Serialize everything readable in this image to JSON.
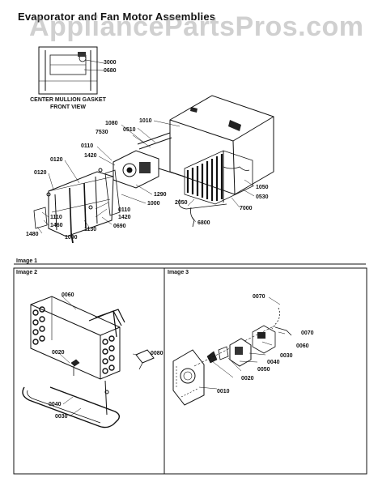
{
  "header": {
    "title": "Evaporator and Fan Motor Assemblies",
    "watermark": "AppliancePartsPros.com"
  },
  "inset": {
    "caption_line1": "CENTER MULLION GASKET",
    "caption_line2": "FRONT VIEW",
    "parts": [
      "3000",
      "0680"
    ]
  },
  "image1": {
    "label": "Image 1",
    "parts": {
      "p1010": "1010",
      "p1080": "1080",
      "p0510": "0510",
      "p7530": "7530",
      "p0110a": "0110",
      "p1420a": "1420",
      "p0120a": "0120",
      "p0120b": "0120",
      "p1290": "1290",
      "p1000": "1000",
      "p0110b": "0110",
      "p1420b": "1420",
      "p0690": "0690",
      "p1130": "1130",
      "p1090": "1090",
      "p1110": "1110",
      "p1460": "1460",
      "p1480": "1480",
      "p1050": "1050",
      "p0530": "0530",
      "p7000": "7000",
      "p2050": "2050",
      "p6800": "6800"
    }
  },
  "image2": {
    "label": "Image 2",
    "parts": {
      "p0060": "0060",
      "p0020": "0020",
      "p0080": "0080",
      "p0040": "0040",
      "p0030": "0030"
    }
  },
  "image3": {
    "label": "Image 3",
    "parts": {
      "p0070a": "0070",
      "p0070b": "0070",
      "p0060": "0060",
      "p0030": "0030",
      "p0040": "0040",
      "p0050": "0050",
      "p0020": "0020",
      "p0010": "0010"
    }
  }
}
